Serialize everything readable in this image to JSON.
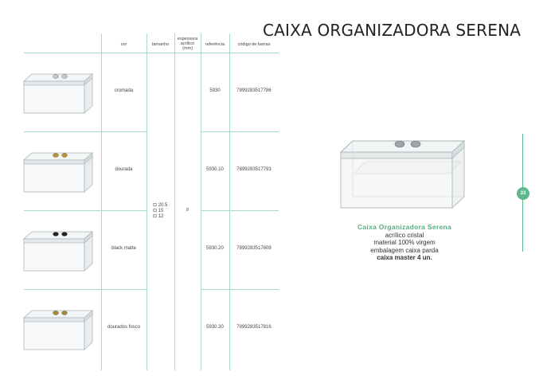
{
  "title": "CAIXA ORGANIZADORA SERENA",
  "table": {
    "headers": {
      "cor": "cor",
      "tamanho": "tamanho",
      "espessura_line1": "espessura",
      "espessura_line2": "acrílico",
      "espessura_line3": "(mm)",
      "referencia": "referência",
      "codigo": "código de barras"
    },
    "rows": [
      {
        "cor": "cromada",
        "referencia": "5930",
        "codigo": "7899283517786",
        "knob_color": "#c8c8c8"
      },
      {
        "cor": "dourada",
        "referencia": "5930.10",
        "codigo": "7899283517793",
        "knob_color": "#b8932e"
      },
      {
        "cor": "black matte",
        "referencia": "5930.20",
        "codigo": "7899283517809",
        "knob_color": "#222222"
      },
      {
        "cor": "dourados fosco",
        "referencia": "5930.30",
        "codigo": "7899283517816",
        "knob_color": "#a8873a"
      }
    ],
    "tamanho": {
      "line1": "⊡ 20.5",
      "line2": "⊡ 15",
      "line3": "⊡ 12"
    },
    "espessura": "8"
  },
  "product": {
    "name": "Caixa Organizadora Serena",
    "line1": "acrílico cristal",
    "line2": "material 100% virgem",
    "line3": "embalagem caixa parda",
    "line4": "caixa master 4 un."
  },
  "page_number": "33",
  "colors": {
    "accent": "#5fb88d",
    "grid": "#a9dcc7"
  }
}
